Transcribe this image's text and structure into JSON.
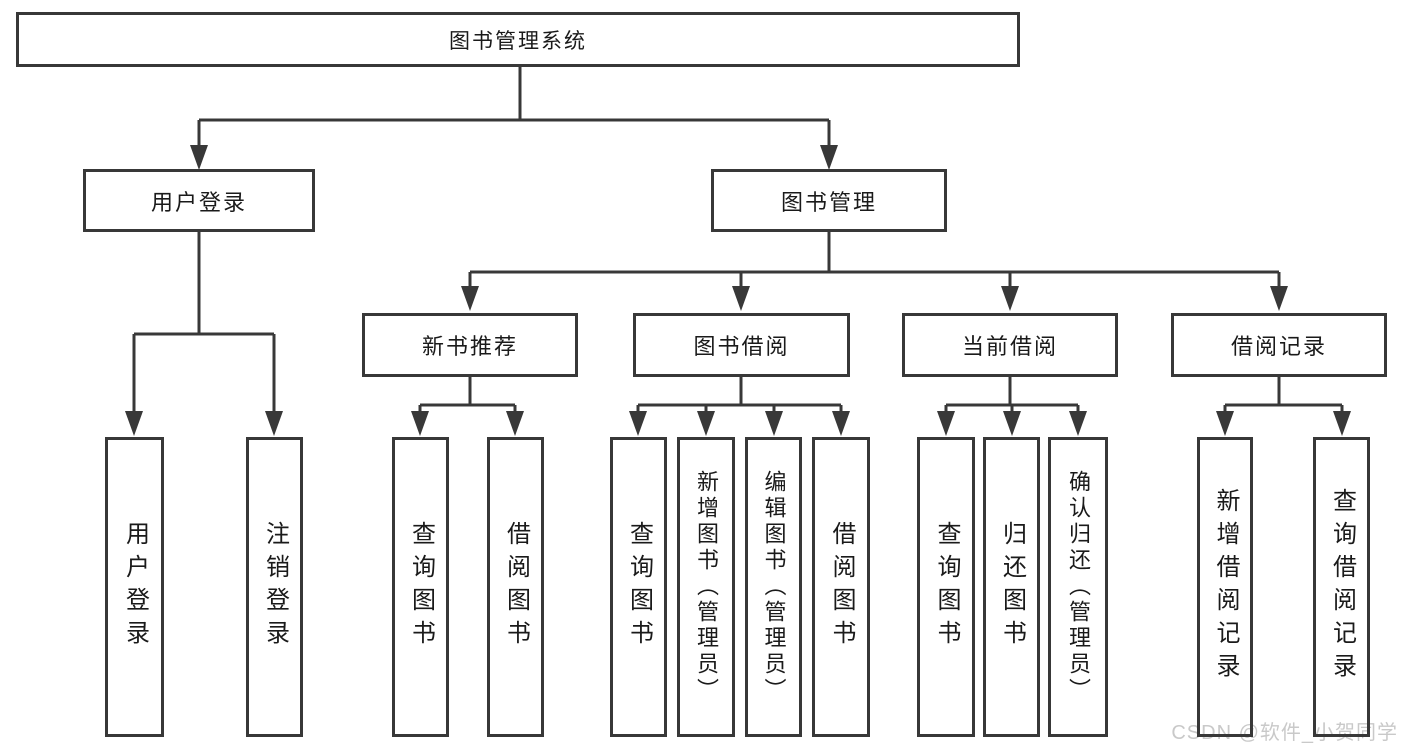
{
  "diagram": {
    "title": "图书管理系统",
    "level2": {
      "login": "用户登录",
      "manage": "图书管理"
    },
    "login_children": [
      "用户登录",
      "注销登录"
    ],
    "groups": {
      "recommend": "新书推荐",
      "borrow": "图书借阅",
      "current": "当前借阅",
      "records": "借阅记录"
    },
    "recommend_children": [
      "查询图书",
      "借阅图书"
    ],
    "borrow_children": [
      "查询图书",
      "新增图书（管理员）",
      "编辑图书（管理员）",
      "借阅图书"
    ],
    "current_children": [
      "查询图书",
      "归还图书",
      "确认归还（管理员）"
    ],
    "records_children": [
      "新增借阅记录",
      "查询借阅记录"
    ],
    "colors": {
      "line": "#383838",
      "text": "#1a1a1a",
      "background": "#ffffff"
    }
  },
  "watermark": {
    "text": "CSDN @软件_小贺同学",
    "color": "#c9c9c9"
  }
}
